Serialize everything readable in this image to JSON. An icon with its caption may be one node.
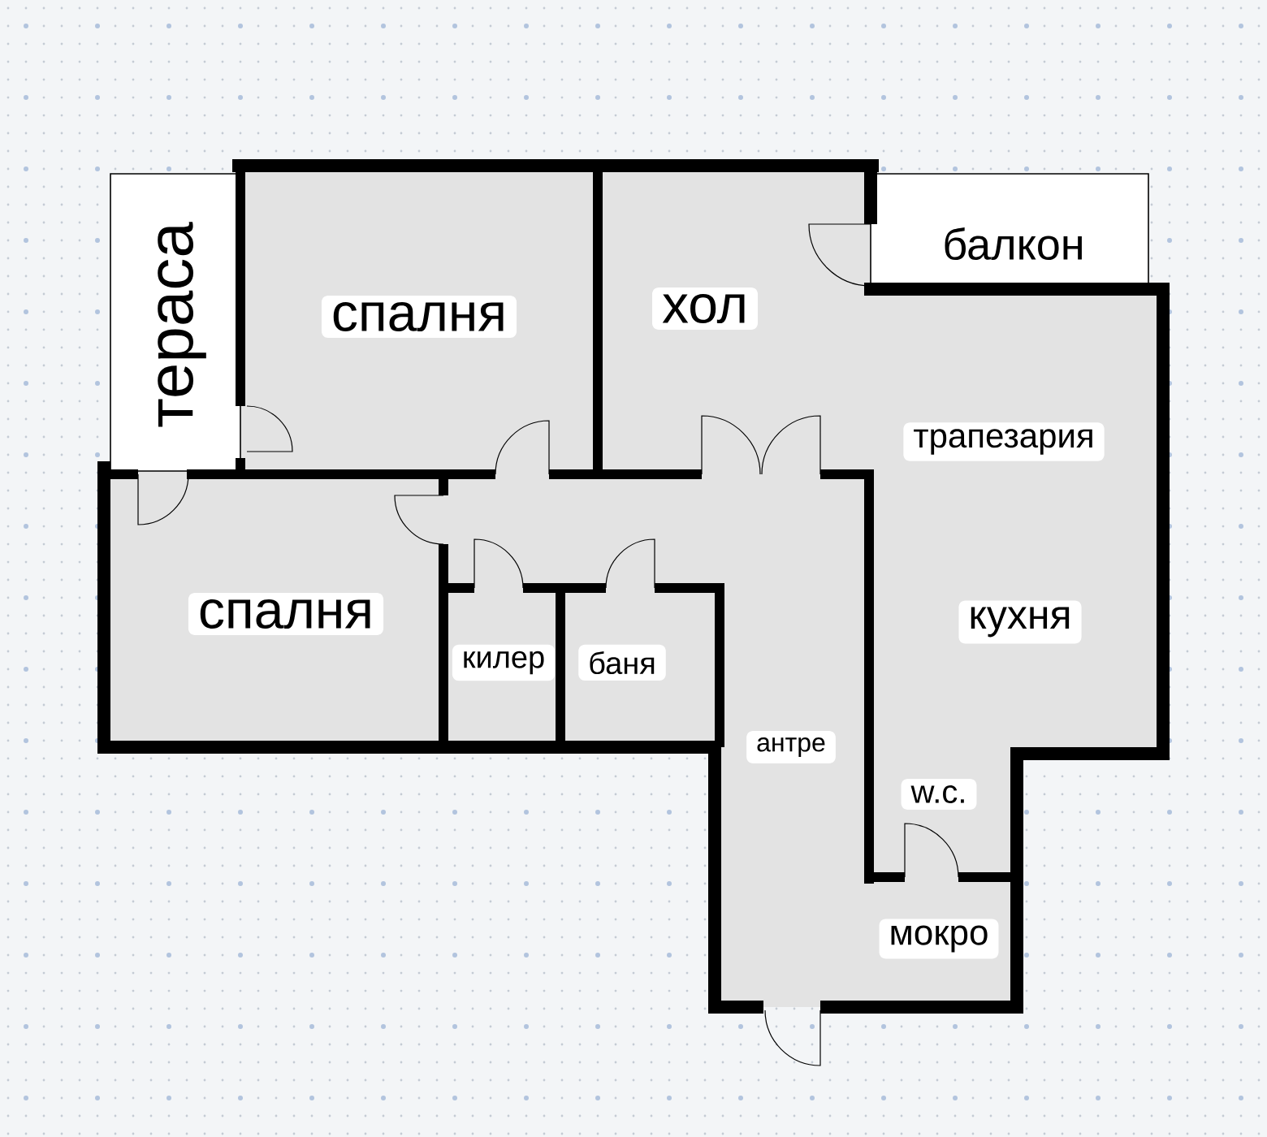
{
  "diagram": {
    "nodes": [
      {
        "text": [
          "тераса"
        ]
      },
      {
        "text": [
          "спалня"
        ]
      },
      {
        "text": [
          "хол"
        ]
      },
      {
        "text": [
          "балкон"
        ]
      },
      {
        "text": [
          "трапезария"
        ]
      },
      {
        "text": [
          "спалня"
        ]
      },
      {
        "text": [
          "кухня"
        ]
      },
      {
        "text": [
          "килер"
        ]
      },
      {
        "text": [
          "баня"
        ]
      },
      {
        "text": [
          "антре"
        ]
      },
      {
        "text": [
          "w.c."
        ]
      },
      {
        "text": [
          "мокро"
        ]
      }
    ]
  }
}
